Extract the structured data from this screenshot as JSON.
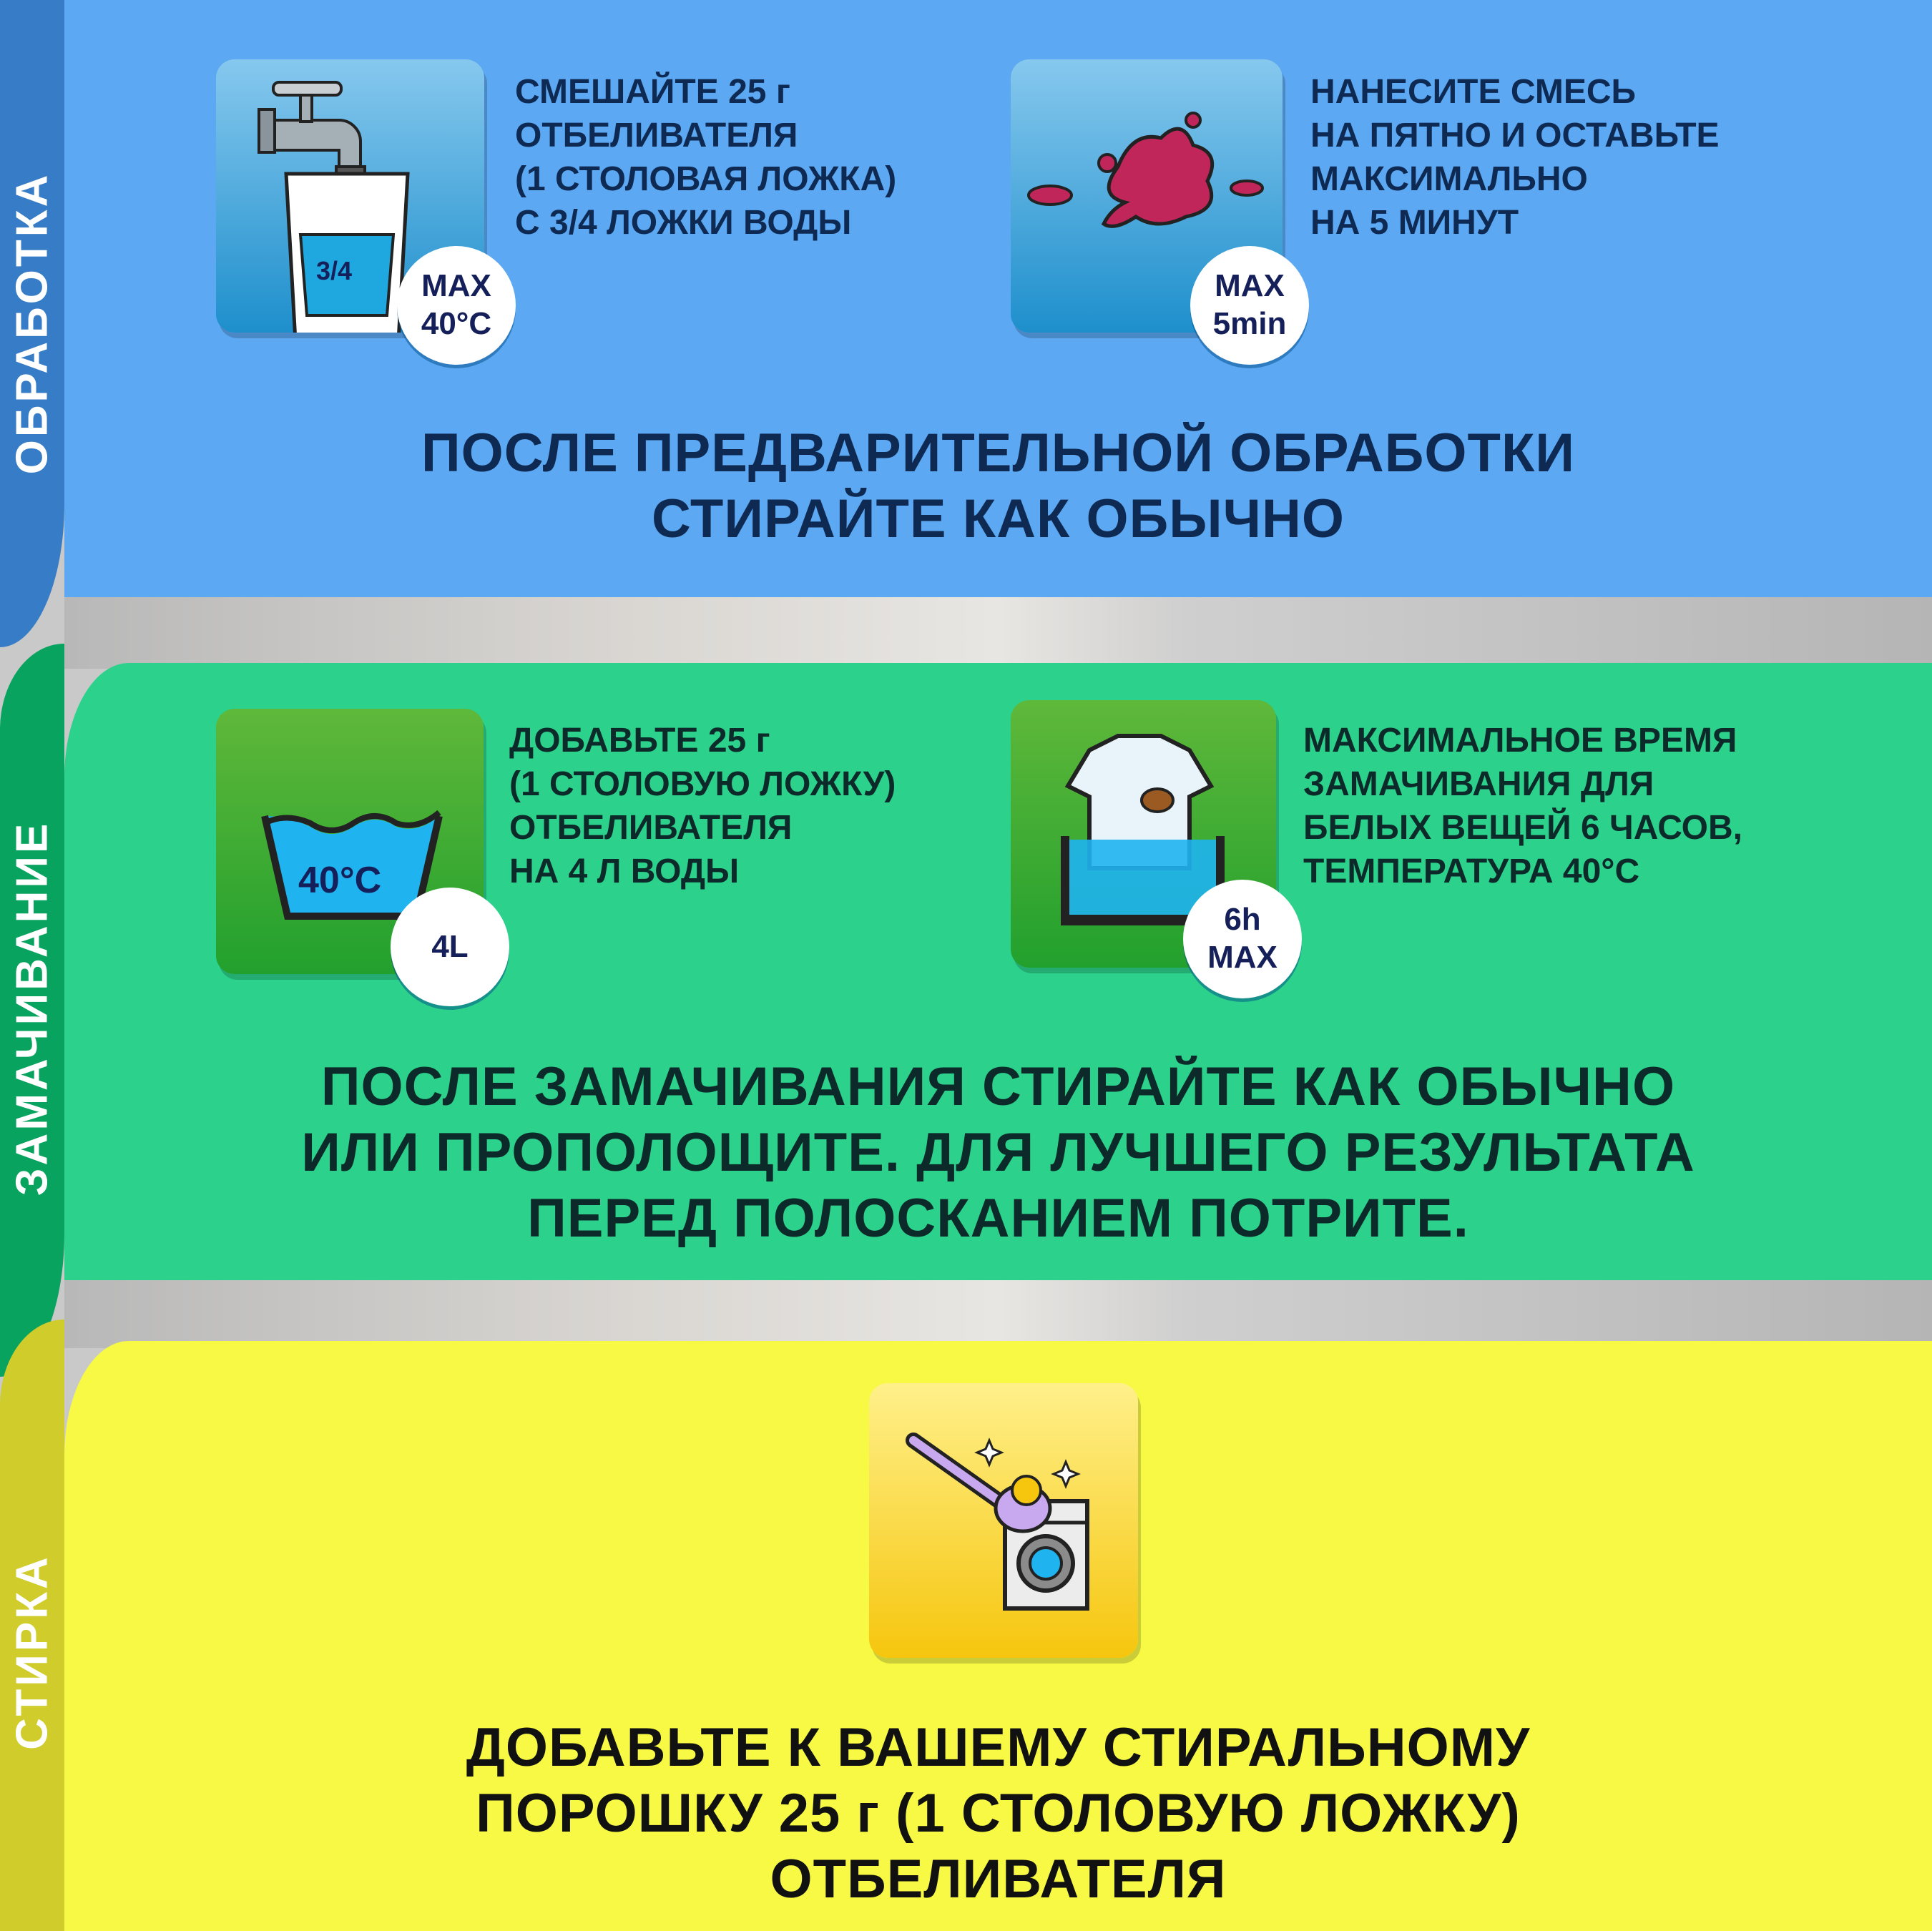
{
  "sections": {
    "treatment": {
      "label": "ОБРАБОТКА",
      "step1": {
        "lines": [
          "СМЕШАЙТЕ 25 г",
          "ОТБЕЛИВАТЕЛЯ",
          "(1 СТОЛОВАЯ ЛОЖКА)",
          "С 3/4 ЛОЖКИ ВОДЫ"
        ],
        "glass_label": "3/4",
        "badge": [
          "MAX",
          "40°C"
        ],
        "icon": "faucet-glass-icon"
      },
      "step2": {
        "lines": [
          "НАНЕСИТЕ СМЕСЬ",
          "НА ПЯТНО И ОСТАВЬТЕ",
          "МАКСИМАЛЬНО",
          "НА 5 МИНУТ"
        ],
        "badge": [
          "MAX",
          "5min"
        ],
        "icon": "stain-splash-icon"
      },
      "heading": [
        "ПОСЛЕ ПРЕДВАРИТЕЛЬНОЙ ОБРАБОТКИ",
        "СТИРАЙТЕ КАК ОБЫЧНО"
      ]
    },
    "soaking": {
      "label": "ЗАМАЧИВАНИЕ",
      "step1": {
        "lines": [
          "ДОБАВЬТЕ 25 г",
          "(1 СТОЛОВУЮ ЛОЖКУ)",
          "ОТБЕЛИВАТЕЛЯ",
          "НА 4 Л ВОДЫ"
        ],
        "basin_label": "40°C",
        "badge": [
          "4L"
        ],
        "icon": "wash-basin-icon"
      },
      "step2": {
        "lines": [
          "МАКСИМАЛЬНОЕ ВРЕМЯ",
          "ЗАМАЧИВАНИЯ ДЛЯ",
          "БЕЛЫХ ВЕЩЕЙ 6 ЧАСОВ,",
          "ТЕМПЕРАТУРА 40°C"
        ],
        "badge": [
          "6h",
          "MAX"
        ],
        "icon": "shirt-soak-icon"
      },
      "heading": [
        "ПОСЛЕ ЗАМАЧИВАНИЯ СТИРАЙТЕ КАК ОБЫЧНО",
        "ИЛИ ПРОПОЛОЩИТЕ. ДЛЯ ЛУЧШЕГО РЕЗУЛЬТАТА",
        "ПЕРЕД ПОЛОСКАНИЕМ ПОТРИТЕ."
      ]
    },
    "washing": {
      "label": "СТИРКА",
      "icon": "washing-machine-scoop-icon",
      "heading": [
        "ДОБАВЬТЕ К ВАШЕМУ СТИРАЛЬНОМУ",
        "ПОРОШКУ 25 г (1 СТОЛОВУЮ ЛОЖКУ)",
        "ОТБЕЛИВАТЕЛЯ"
      ]
    }
  },
  "colors": {
    "blue": "#5ca8f2",
    "blue_tab": "#377cc6",
    "green": "#2cd18b",
    "green_tab": "#08a35f",
    "yellow": "#f7f945",
    "yellow_tab": "#cfcc2c",
    "navy": "#0f2a52"
  }
}
